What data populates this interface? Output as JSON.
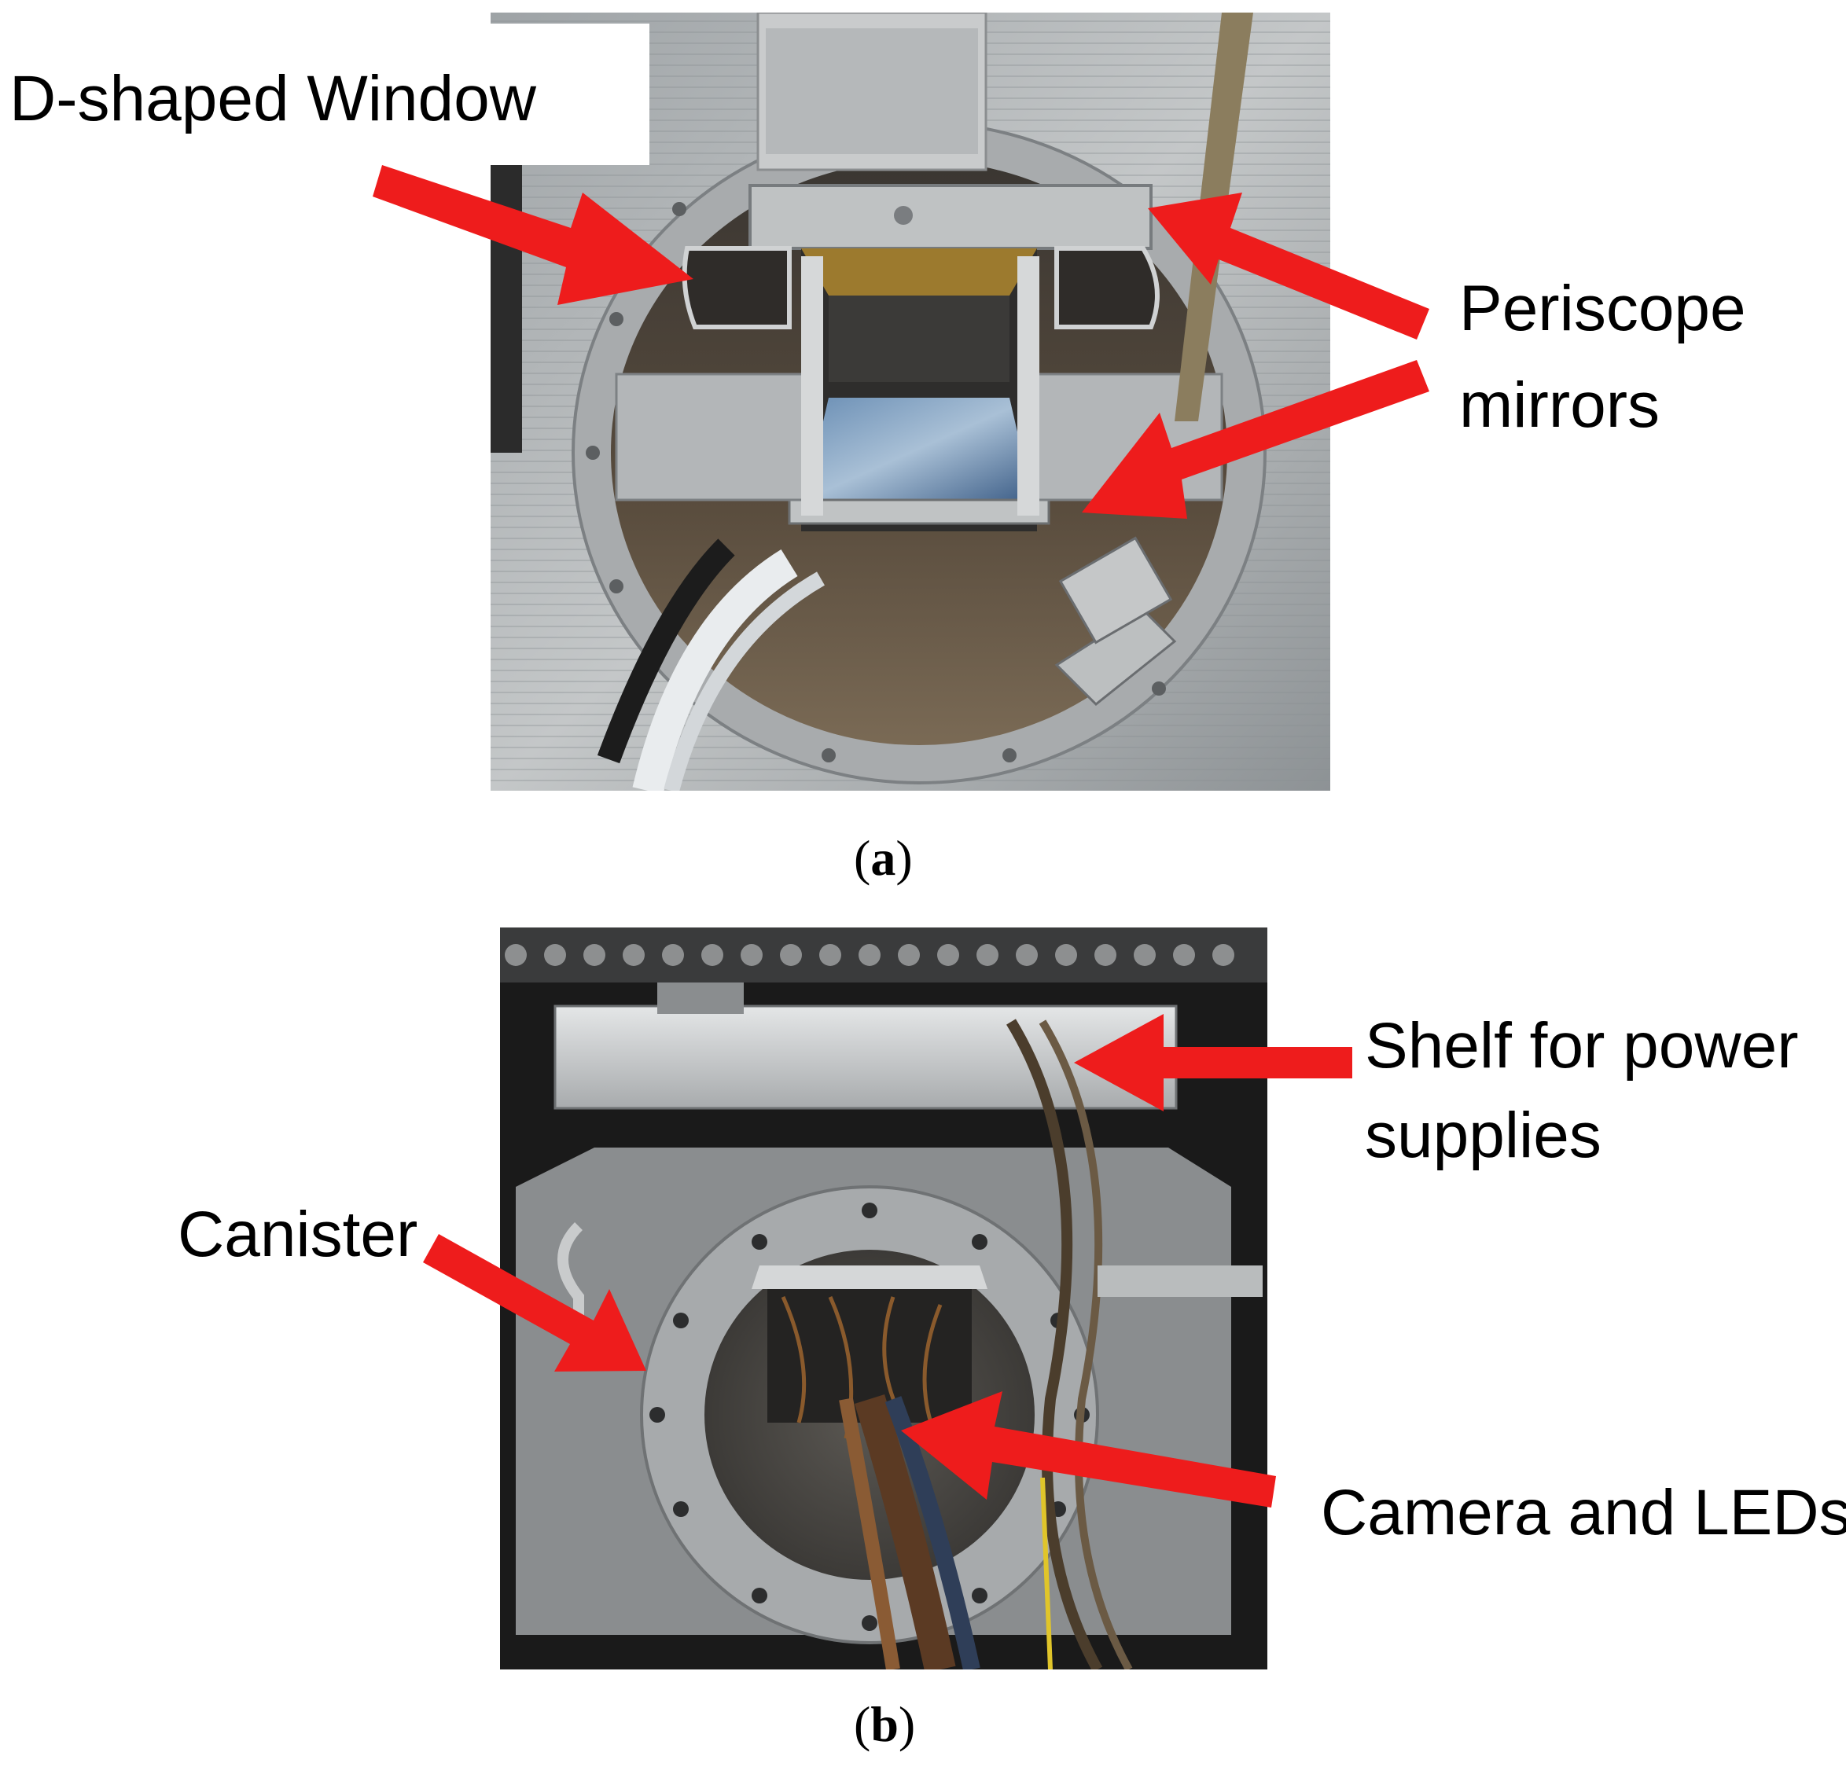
{
  "panels": [
    {
      "id": "a",
      "caption_open": "(",
      "caption_letter": "a",
      "caption_close": ")",
      "labels": {
        "d_shaped_window": "D-shaped Window",
        "periscope_line1": "Periscope",
        "periscope_line2": "mirrors"
      }
    },
    {
      "id": "b",
      "caption_open": "(",
      "caption_letter": "b",
      "caption_close": ")",
      "labels": {
        "shelf_line1": "Shelf for power",
        "shelf_line2": "supplies",
        "canister": "Canister",
        "camera_leds": "Camera and LEDs"
      }
    }
  ],
  "colors": {
    "arrow": "#ee1c1c",
    "metal_light": "#b9bcbd",
    "metal_dark": "#4a4845",
    "background_b": "#1a1a1a"
  }
}
